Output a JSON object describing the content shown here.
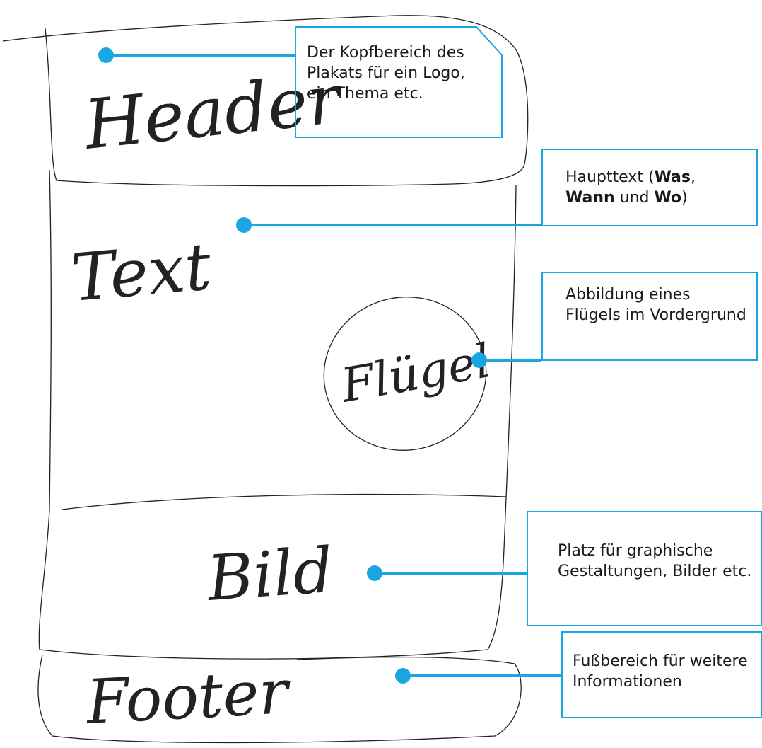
{
  "sketch_labels": {
    "header": "Header",
    "text": "Text",
    "flugel": "Flügel",
    "bild": "Bild",
    "footer": "Footer"
  },
  "callouts": {
    "header": "Der Kopfbereich des Plakats für ein Logo, ein Thema etc.",
    "haupttext": {
      "prefix": "Haupttext (",
      "was": "Was",
      "comma": ", ",
      "wann": "Wann",
      "und": " und ",
      "wo": "Wo",
      "suffix": ")"
    },
    "flugel": "Abbildung eines Flügels im Vordergrund",
    "bild": "Platz für graphische Gestaltungen, Bilder etc.",
    "fuss": "Fußbereich für weitere Informationen"
  },
  "colors": {
    "accent": "#1aa6e0",
    "ink": "#1a1a1a"
  }
}
